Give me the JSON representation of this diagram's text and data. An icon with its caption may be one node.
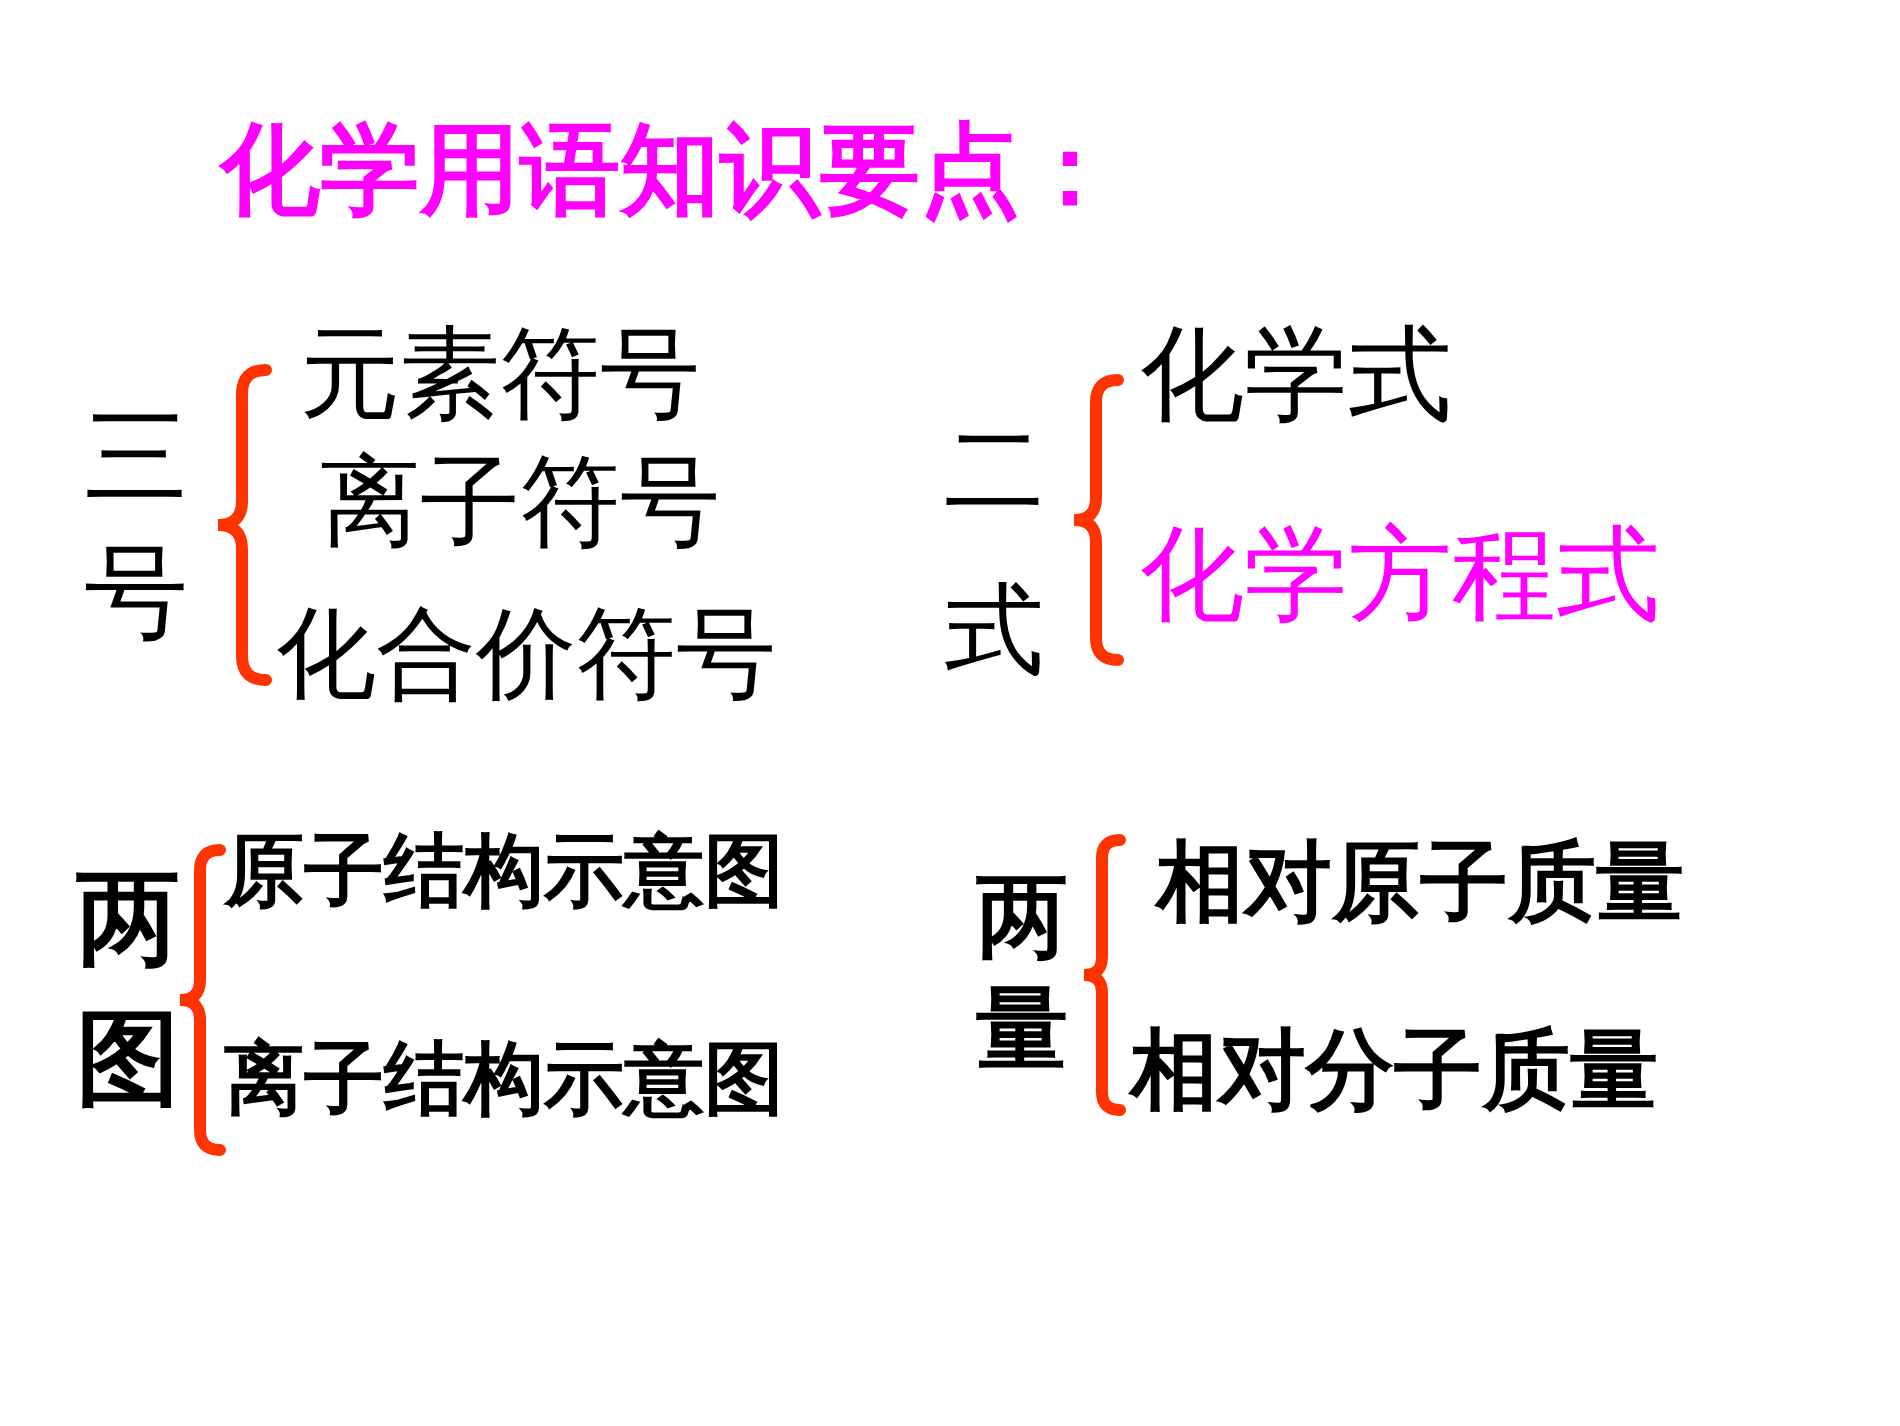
{
  "diagram": {
    "title": "化学用语知识要点：",
    "labels": [
      "三号",
      "元素符号",
      "离子符号",
      "化合价符号",
      "二式",
      "化学式",
      "化学方程式",
      "两图",
      "原子结构示意图",
      "离子结构示意图",
      "两量",
      "相对原子质量",
      "相对分子质量"
    ]
  }
}
